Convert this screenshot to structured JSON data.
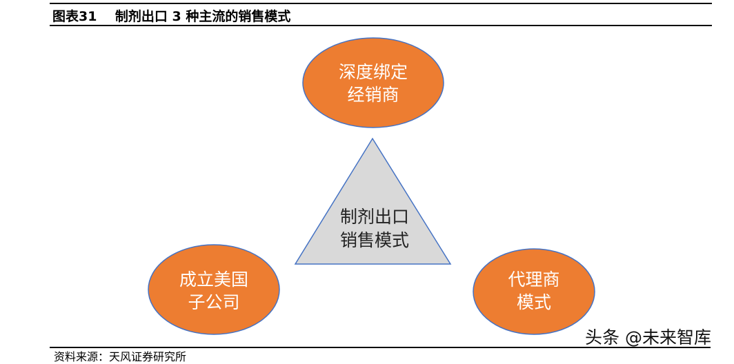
{
  "header": {
    "figure_label": "图表31",
    "title": "制剂出口 3 种主流的销售模式"
  },
  "diagram": {
    "center": {
      "line1": "制剂出口",
      "line2": "销售模式"
    },
    "nodes": [
      {
        "line1": "深度绑定",
        "line2": "经销商"
      },
      {
        "line1": "成立美国",
        "line2": "子公司"
      },
      {
        "line1": "代理商",
        "line2": "模式"
      }
    ],
    "colors": {
      "node_fill": "#ed7d31",
      "node_stroke": "#4472c4",
      "center_fill": "#d9d9d9"
    }
  },
  "footer": {
    "source": "资料来源：天风证券研究所"
  },
  "watermark": "头条 @未来智库"
}
